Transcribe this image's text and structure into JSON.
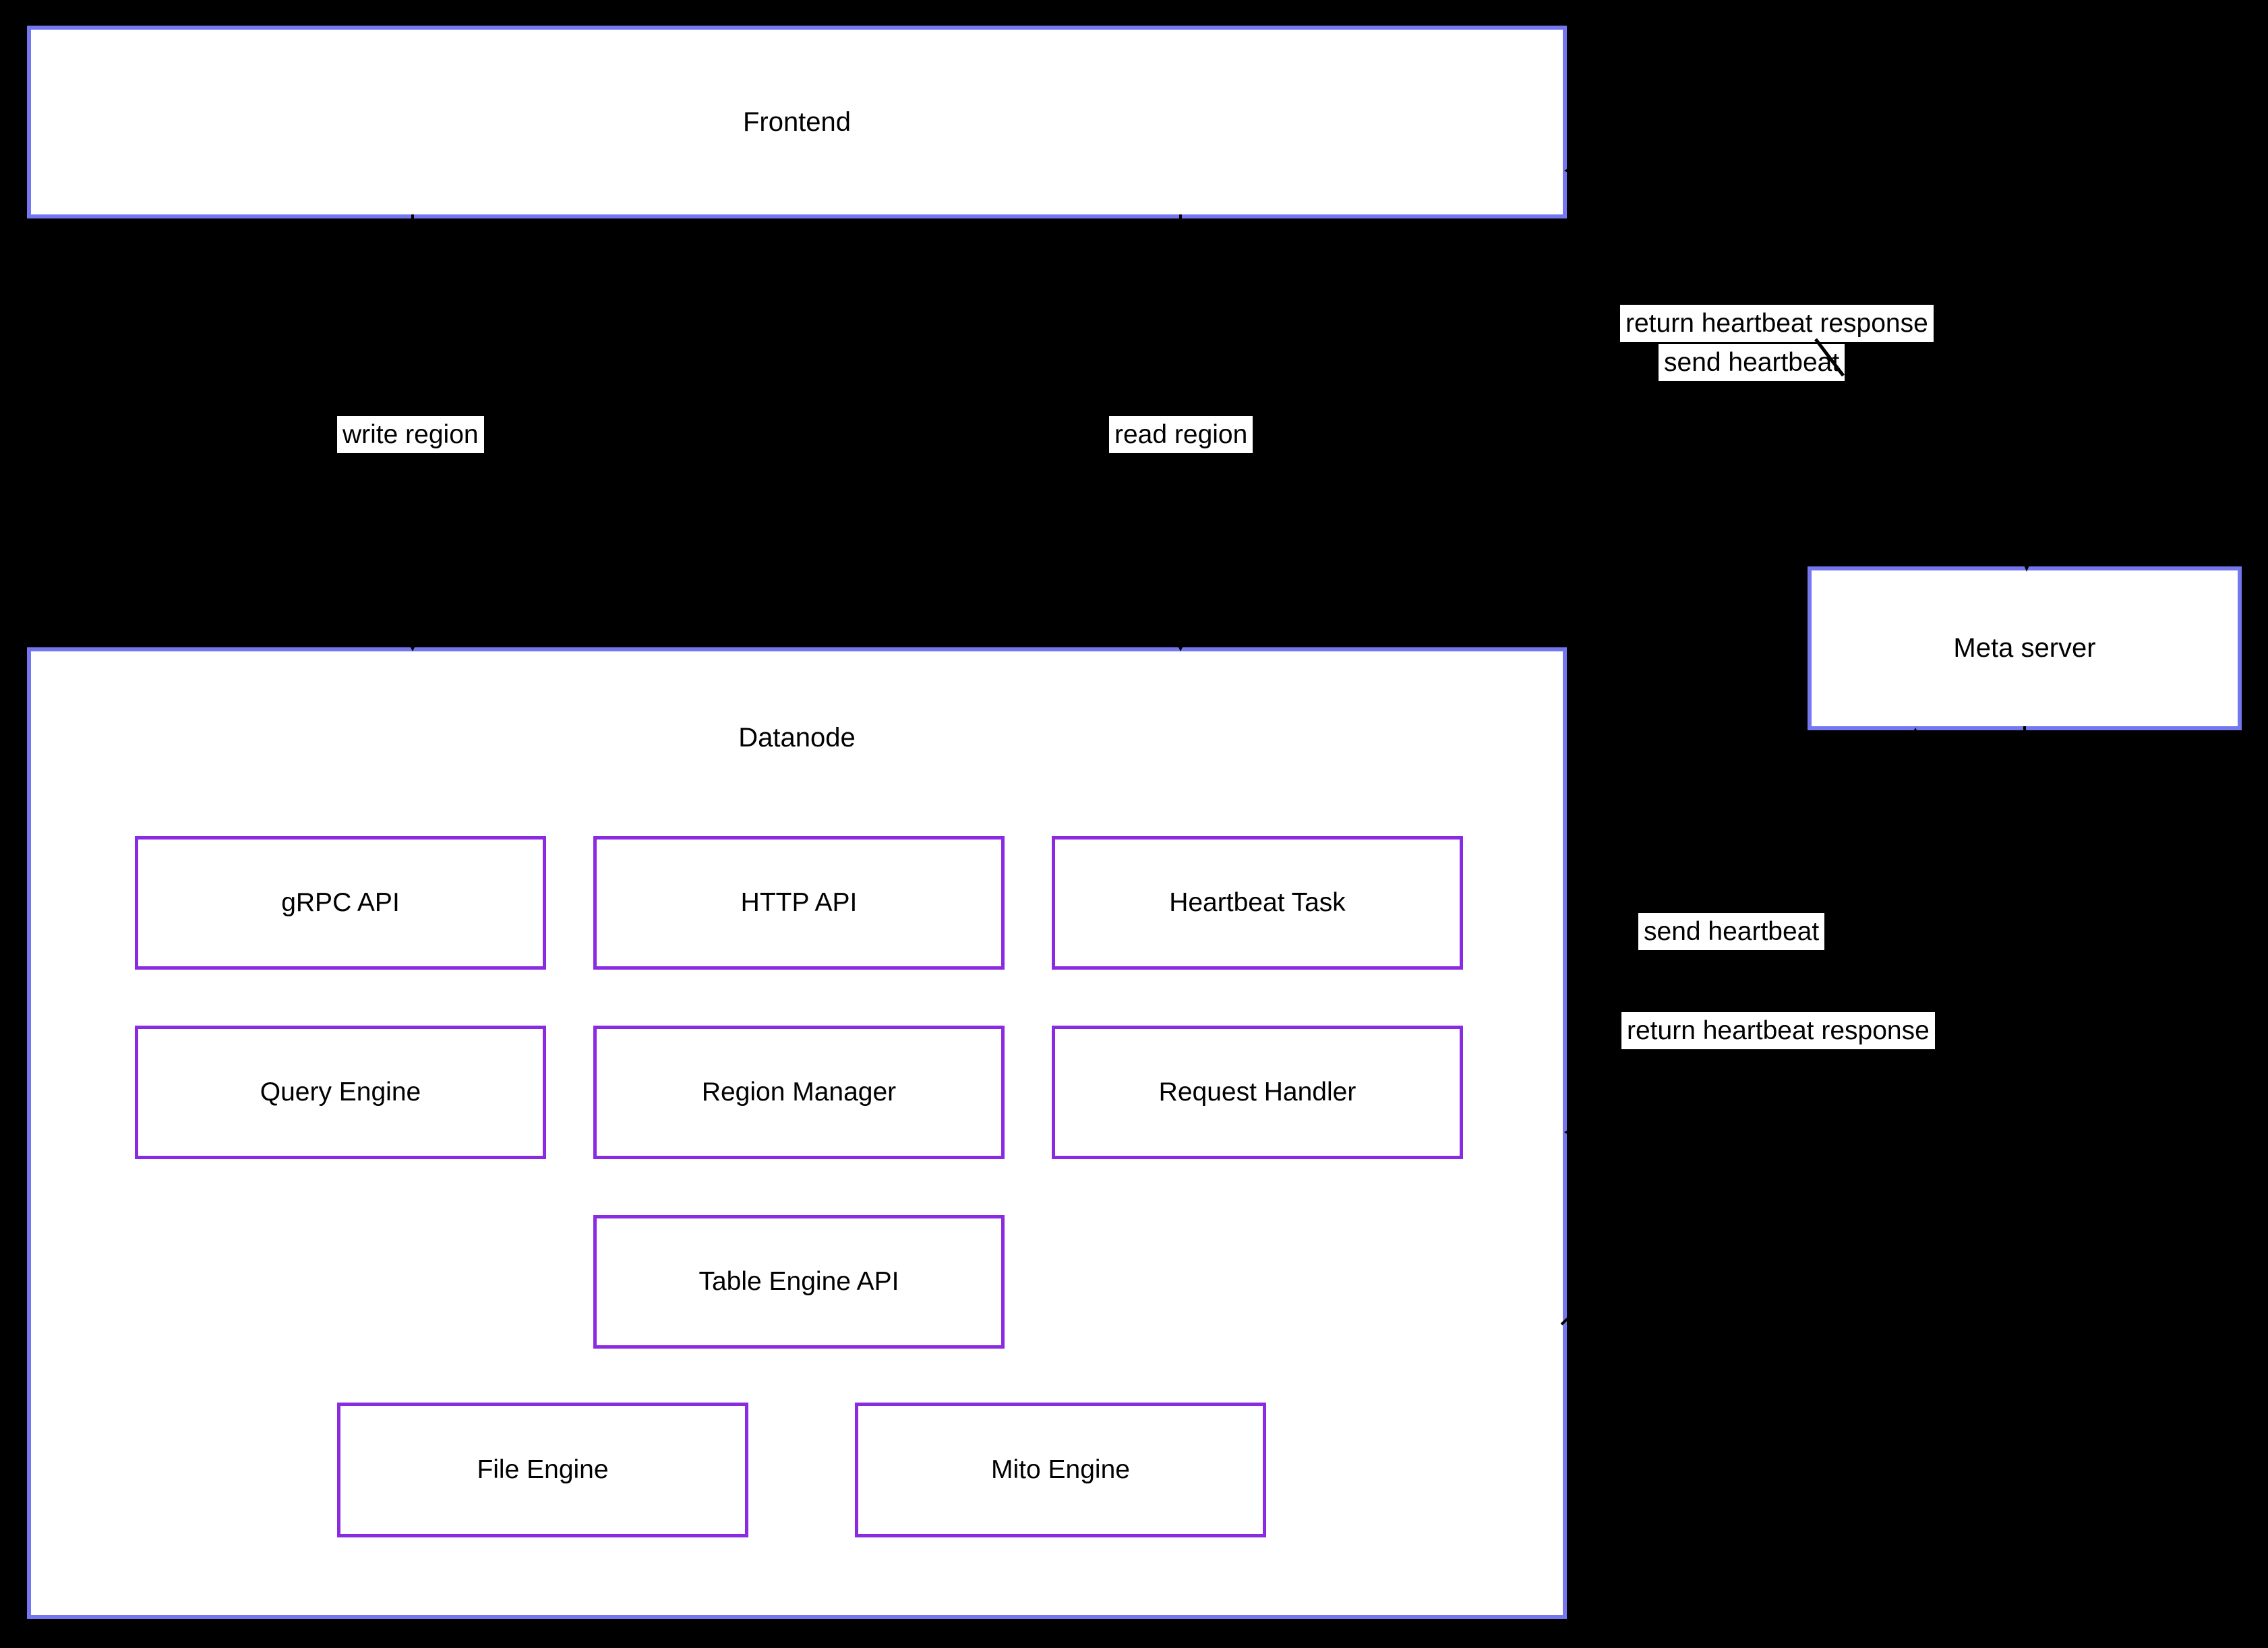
{
  "nodes": {
    "frontend": {
      "label": "Frontend"
    },
    "datanode": {
      "label": "Datanode"
    },
    "meta_server": {
      "label": "Meta server"
    }
  },
  "datanode_components": [
    {
      "id": "grpc-api",
      "label": "gRPC API"
    },
    {
      "id": "http-api",
      "label": "HTTP API"
    },
    {
      "id": "heartbeat-task",
      "label": "Heartbeat Task"
    },
    {
      "id": "query-engine",
      "label": "Query Engine"
    },
    {
      "id": "region-manager",
      "label": "Region Manager"
    },
    {
      "id": "request-handler",
      "label": "Request Handler"
    },
    {
      "id": "table-engine-api",
      "label": "Table Engine API"
    },
    {
      "id": "file-engine",
      "label": "File Engine"
    },
    {
      "id": "mito-engine",
      "label": "Mito Engine"
    }
  ],
  "edges": {
    "frontend_to_datanode_write": {
      "label": "write region"
    },
    "frontend_to_datanode_read": {
      "label": "read region"
    },
    "frontend_meta_send": {
      "label": "send heartbeat"
    },
    "frontend_meta_return": {
      "label": "return heartbeat response"
    },
    "datanode_meta_send": {
      "label": "send heartbeat"
    },
    "datanode_meta_return": {
      "label": "return heartbeat response"
    }
  },
  "colors": {
    "background": "#000000",
    "node_fill": "#ffffff",
    "cluster_border": "#7477f0",
    "component_border": "#8a2be2",
    "text": "#000000",
    "edge": "#000000",
    "label_bg": "#ffffff"
  }
}
